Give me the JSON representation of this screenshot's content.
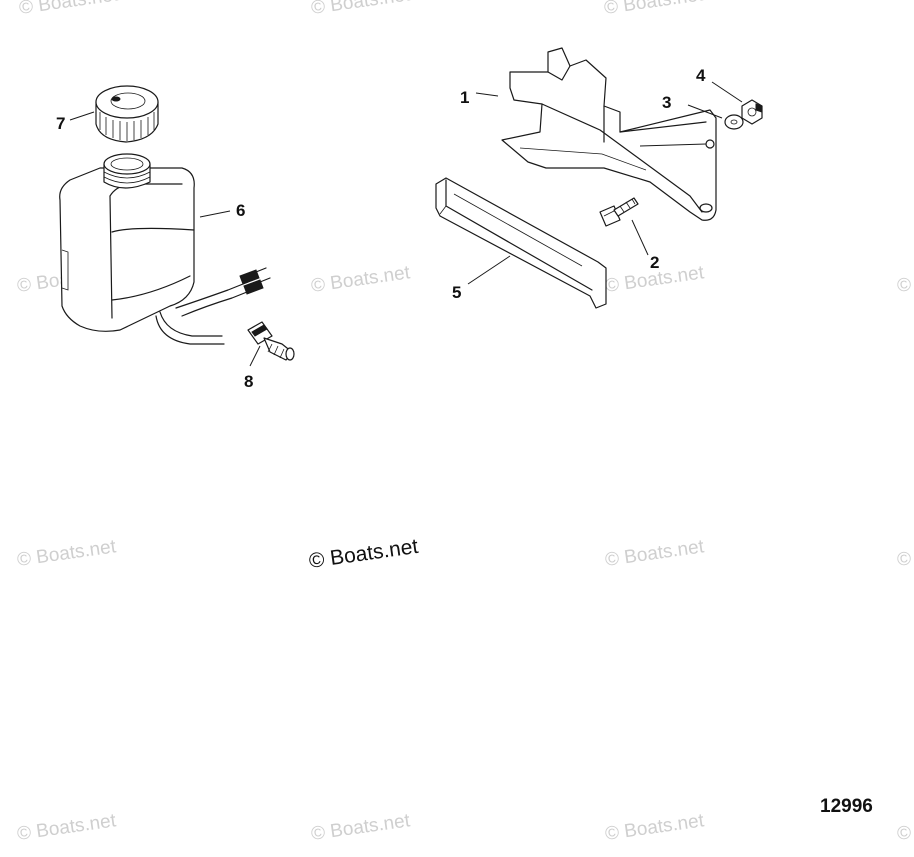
{
  "diagram": {
    "diagram_number": "12996",
    "parts": [
      {
        "callout": "1"
      },
      {
        "callout": "2"
      },
      {
        "callout": "3"
      },
      {
        "callout": "4"
      },
      {
        "callout": "5"
      },
      {
        "callout": "6"
      },
      {
        "callout": "7"
      },
      {
        "callout": "8"
      }
    ]
  },
  "watermark": {
    "text": "© Boats.net"
  }
}
